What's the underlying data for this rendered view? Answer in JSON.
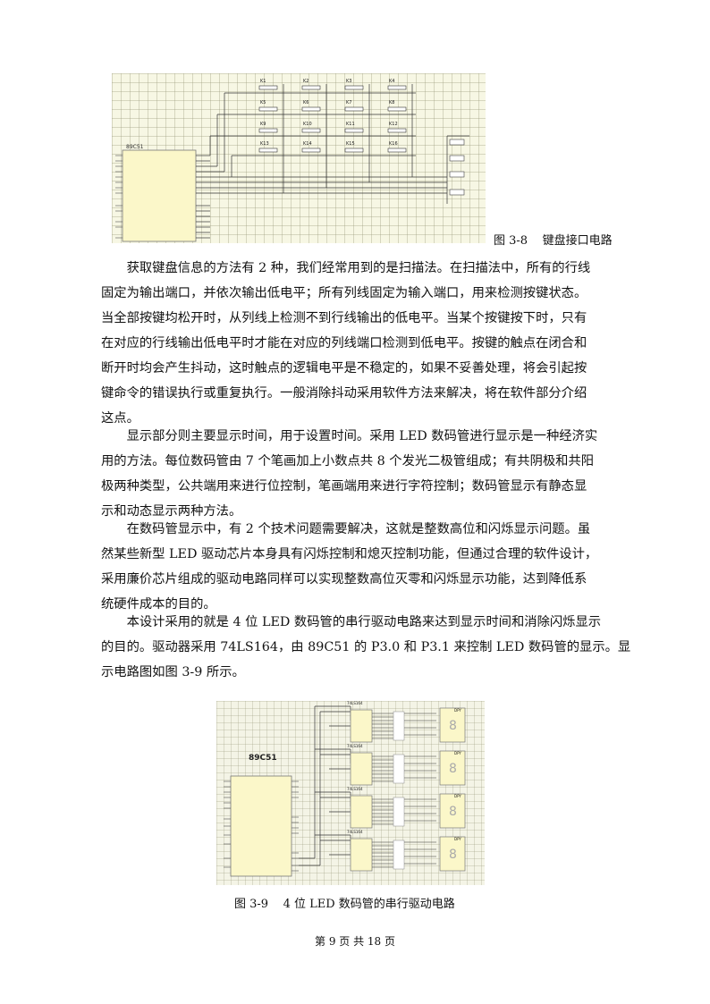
{
  "figure1": {
    "caption": "图 3-8    键盘接口电路",
    "chip_label": "89C51",
    "key_labels": [
      "K1",
      "K2",
      "K3",
      "K4",
      "K5",
      "K6",
      "K7",
      "K8",
      "K9",
      "K10",
      "K11",
      "K12",
      "K13",
      "K14",
      "K15",
      "K16"
    ]
  },
  "paragraphs": [
    {
      "lines": [
        "获取键盘信息的方法有 2 种，我们经常用到的是扫描法。在扫描法中，所有的行线",
        "固定为输出端口，并依次输出低电平；所有列线固定为输入端口，用来检测按键状态。",
        "当全部按键均松开时，从列线上检测不到行线输出的低电平。当某个按键按下时，只有",
        "在对应的行线输出低电平时才能在对应的列线端口检测到低电平。按键的触点在闭合和",
        "断开时均会产生抖动，这时触点的逻辑电平是不稳定的，如果不妥善处理，将会引起按",
        "键命令的错误执行或重复执行。一般消除抖动采用软件方法来解决，将在软件部分介绍",
        "这点。"
      ]
    },
    {
      "lines": [
        "显示部分则主要显示时间，用于设置时间。采用 LED 数码管进行显示是一种经济实",
        "用的方法。每位数码管由 7 个笔画加上小数点共 8 个发光二极管组成；有共阴极和共阳",
        "极两种类型，公共端用来进行位控制，笔画端用来进行字符控制；数码管显示有静态显",
        "示和动态显示两种方法。"
      ]
    },
    {
      "lines": [
        "在数码管显示中，有 2 个技术问题需要解决，这就是整数高位和闪烁显示问题。虽",
        "然某些新型 LED 驱动芯片本身具有闪烁控制和熄灭控制功能，但通过合理的软件设计，",
        "采用廉价芯片组成的驱动电路同样可以实现整数高位灭零和闪烁显示功能，达到降低系",
        "统硬件成本的目的。"
      ]
    },
    {
      "lines": [
        "本设计采用的就是 4 位 LED 数码管的串行驱动电路来达到显示时间和消除闪烁显示",
        "的目的。驱动器采用 74LS164，由 89C51 的 P3.0 和 P3.1 来控制 LED 数码管的显示。显",
        "示电路图如图 3-9 所示。"
      ]
    }
  ],
  "figure2": {
    "caption": "图 3-9    4 位 LED 数码管的串行驱动电路",
    "chip_label": "89C51",
    "driver_label": "74LS164",
    "display_label": "DPY"
  },
  "footer": "第 9 页 共 18 页"
}
